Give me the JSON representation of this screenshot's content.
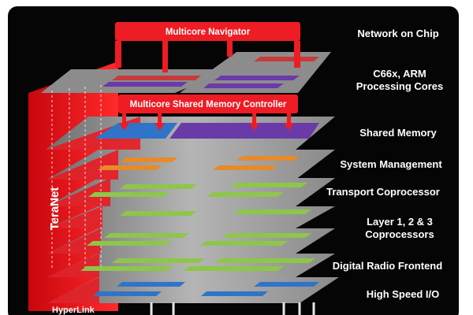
{
  "banners": {
    "navigator": "Multicore Navigator",
    "msmc": "Multicore  Shared Memory Controller"
  },
  "layers": [
    {
      "id": "noc",
      "label": "Network on Chip"
    },
    {
      "id": "cores",
      "label": "C66x, ARM\nProcessing Cores"
    },
    {
      "id": "shared-memory",
      "label": "Shared Memory"
    },
    {
      "id": "system-management",
      "label": "System Management"
    },
    {
      "id": "transport",
      "label": "Transport  Coprocessor"
    },
    {
      "id": "layer123",
      "label": "Layer  1, 2 & 3\nCoprocessors"
    },
    {
      "id": "radio",
      "label": "Digital Radio Frontend"
    },
    {
      "id": "io",
      "label": "High Speed I/O"
    }
  ],
  "side_label": "TeraNet",
  "bottom_label": "HyperLink",
  "colors": {
    "background": "#050505",
    "accent_red": "#e8101a",
    "plate": "#9a9a9a",
    "chip_orange": "#e88a2a",
    "chip_green": "#8ec64a",
    "chip_blue": "#2f74c8",
    "chip_purple": "#6a3aa8"
  }
}
